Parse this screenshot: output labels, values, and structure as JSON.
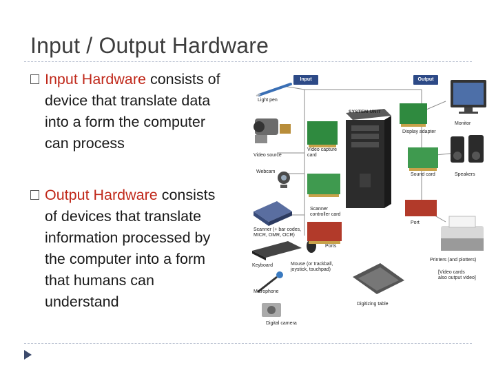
{
  "slide": {
    "title": "Input / Output Hardware"
  },
  "bullets": [
    {
      "highlight": "Input Hardware",
      "rest": " consists of",
      "lines": [
        "device that translate data",
        "into a form the computer",
        "can process"
      ]
    },
    {
      "highlight": "Output Hardware",
      "rest": " consists",
      "lines": [
        "of devices that translate",
        "information processed by",
        "the computer into a form",
        "that humans can",
        "understand"
      ]
    }
  ],
  "diagram": {
    "tags": {
      "input": "Input",
      "output": "Output"
    },
    "system_unit": "SYSTEM UNIT",
    "labels": {
      "light_pen": "Light pen",
      "video_source": "Video source",
      "video_capture_card": "Video capture\ncard",
      "webcam": "Webcam",
      "scanner": "Scanner (+ bar codes,\nMICR, OMR, OCR)",
      "scanner_card": "Scanner\ncontroller card",
      "ports_center": "Ports",
      "keyboard": "Keyboard",
      "mouse": "Mouse (or trackball,\njoystick, touchpad)",
      "microphone": "Microphone",
      "digitizing_table": "Digitizing table",
      "digital_camera": "Digital camera",
      "display_adapter": "Display adapter",
      "monitor": "Monitor",
      "sound_card": "Sound card",
      "speakers": "Speakers",
      "port": "Port",
      "printers": "Printers (and plotters)",
      "video_cards_note": "[Video cards\nalso output video]"
    }
  }
}
